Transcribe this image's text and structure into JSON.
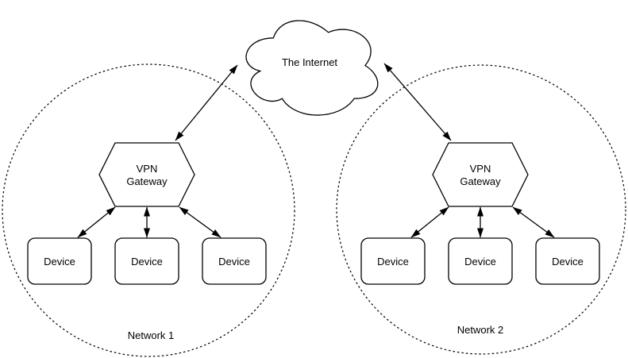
{
  "canvas": {
    "background": "#ffffff",
    "line_color": "#000000",
    "shape_fill": "#ffffff"
  },
  "internet": {
    "label": "The Internet"
  },
  "networks": [
    {
      "name": "Network 1",
      "gateway": {
        "line1": "VPN",
        "line2": "Gateway"
      },
      "devices": [
        {
          "label": "Device"
        },
        {
          "label": "Device"
        },
        {
          "label": "Device"
        }
      ]
    },
    {
      "name": "Network 2",
      "gateway": {
        "line1": "VPN",
        "line2": "Gateway"
      },
      "devices": [
        {
          "label": "Device"
        },
        {
          "label": "Device"
        },
        {
          "label": "Device"
        }
      ]
    }
  ]
}
